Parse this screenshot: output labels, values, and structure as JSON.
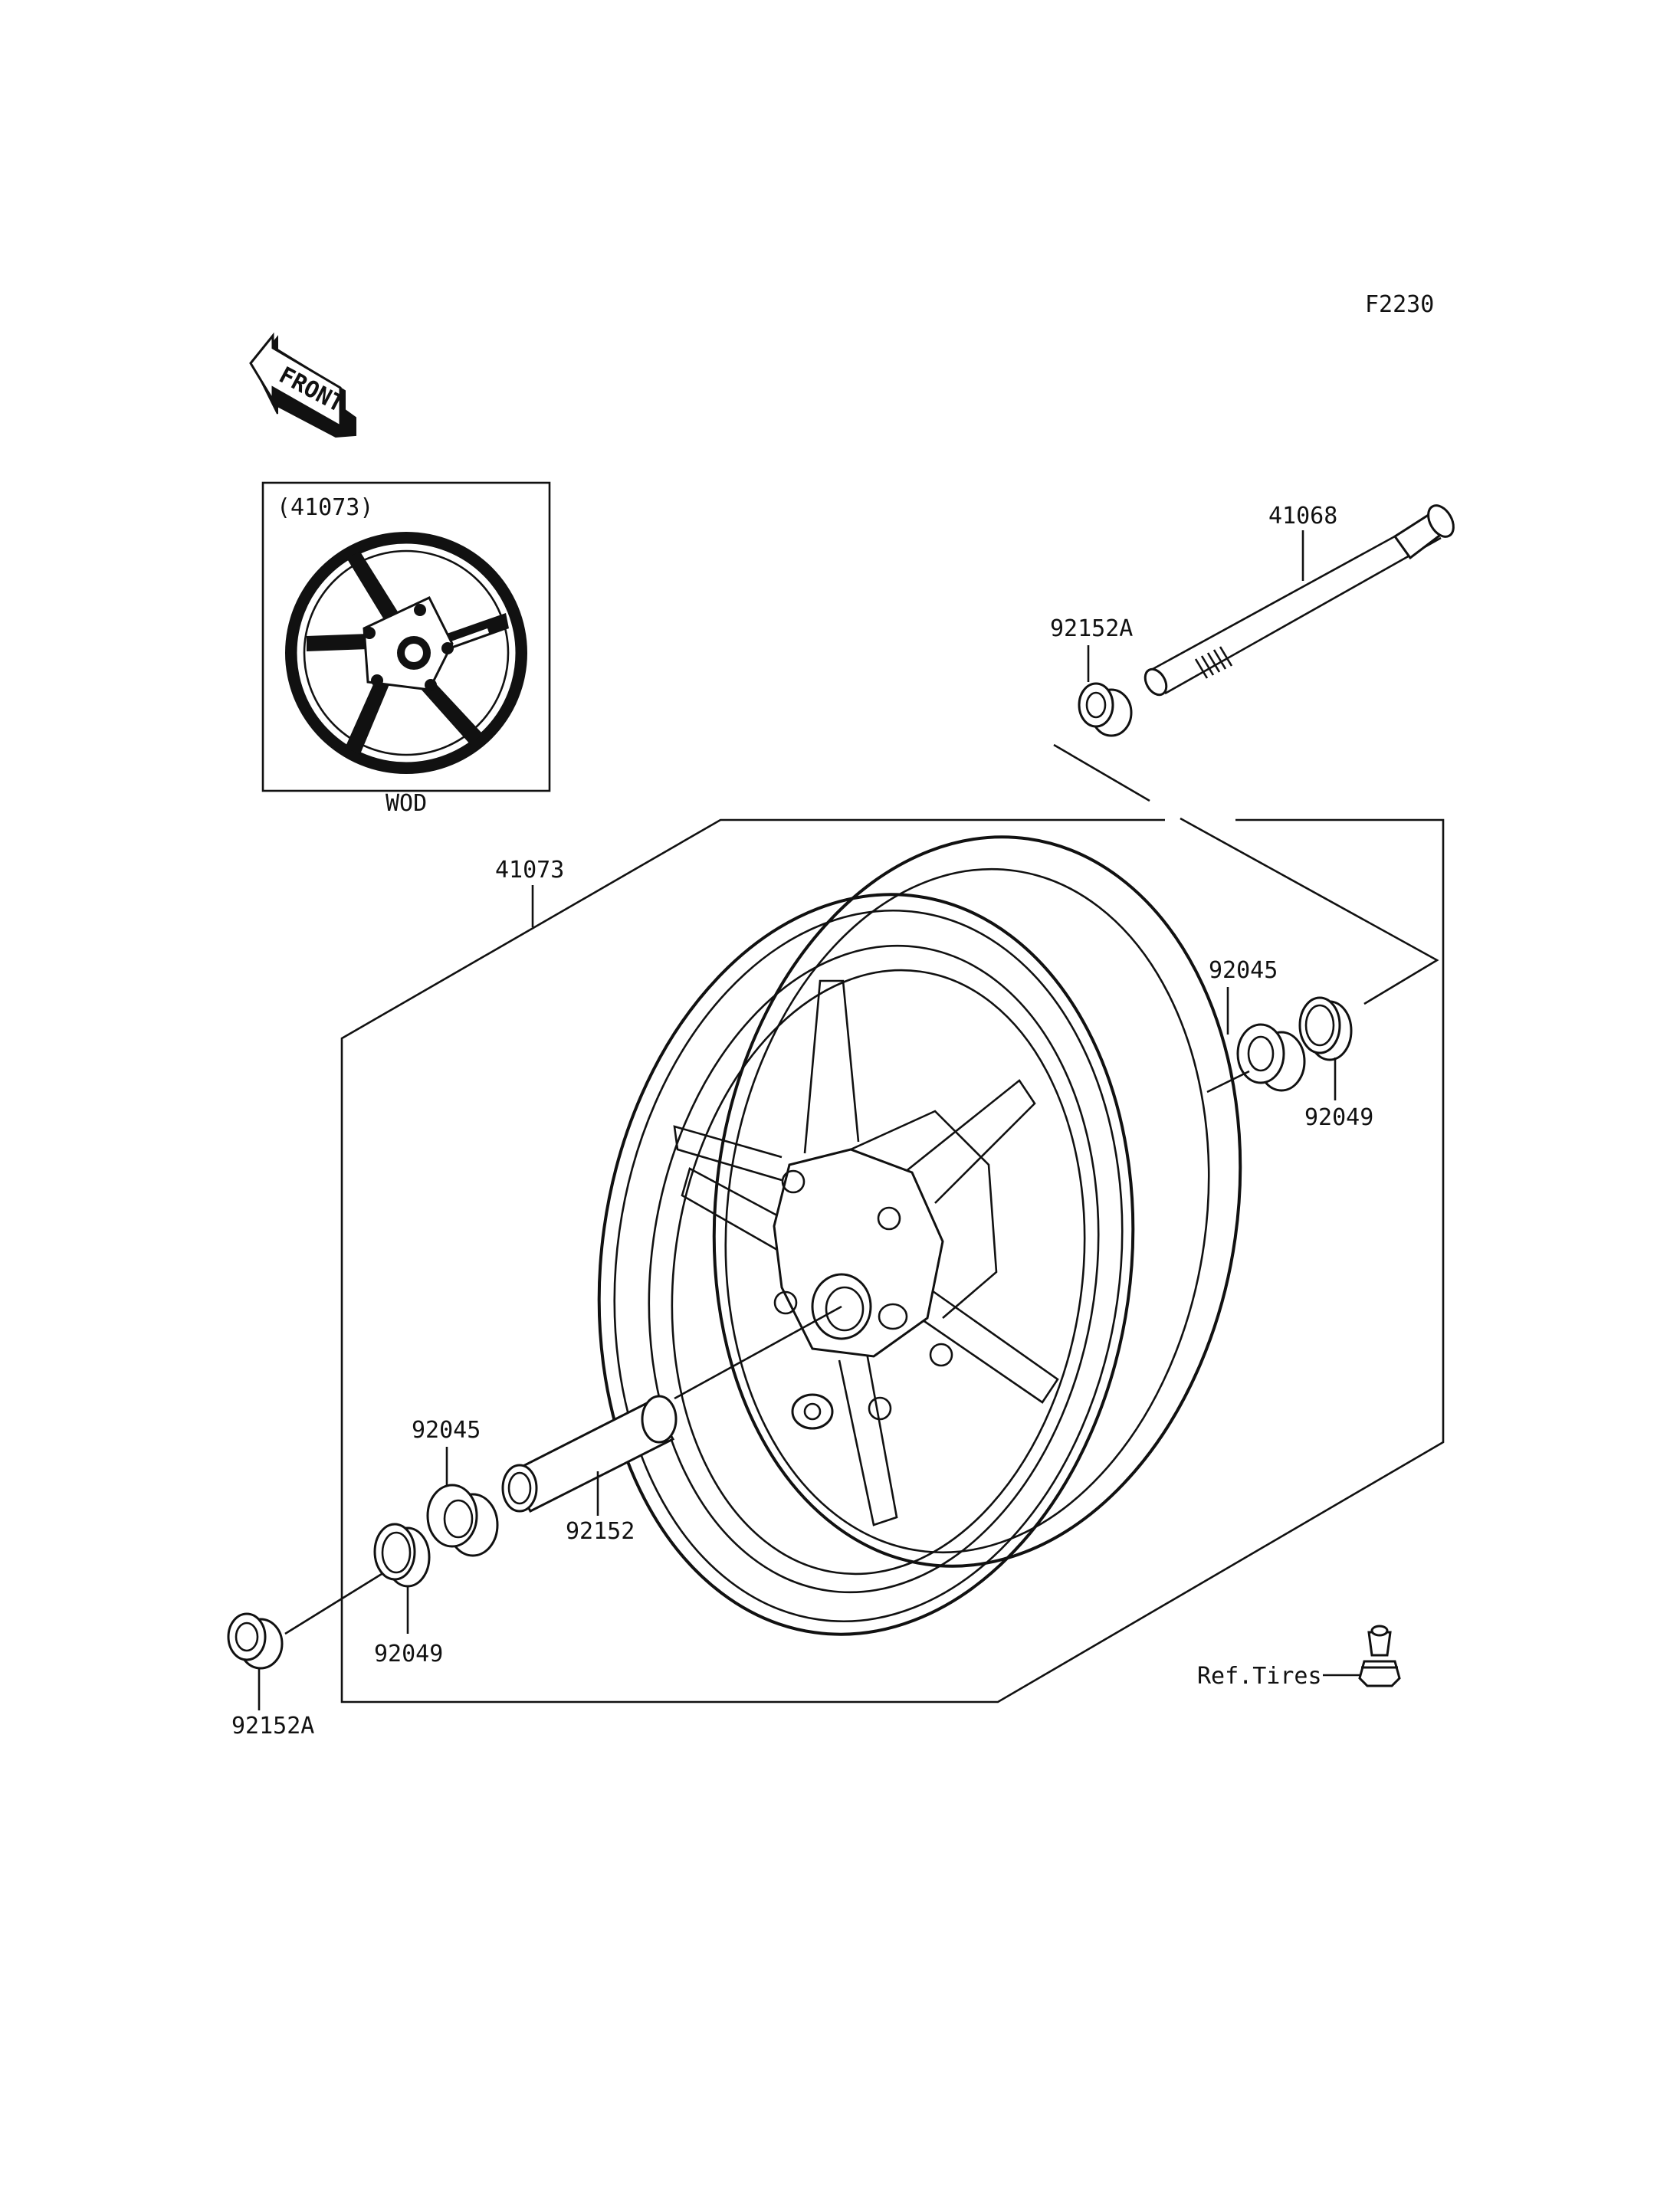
{
  "diagram": {
    "code": "F2230",
    "front_label": "FRONT",
    "inset": {
      "ref_label": "(41073)",
      "variant_label": "WOD"
    },
    "callouts": {
      "wheel": "41073",
      "axle": "41068",
      "collar_top": "92152A",
      "bearing_right": "92045",
      "seal_right": "92049",
      "bearing_left": "92045",
      "sleeve": "92152",
      "seal_left": "92049",
      "collar_bottom": "92152A",
      "valve_ref": "Ref.Tires"
    }
  }
}
